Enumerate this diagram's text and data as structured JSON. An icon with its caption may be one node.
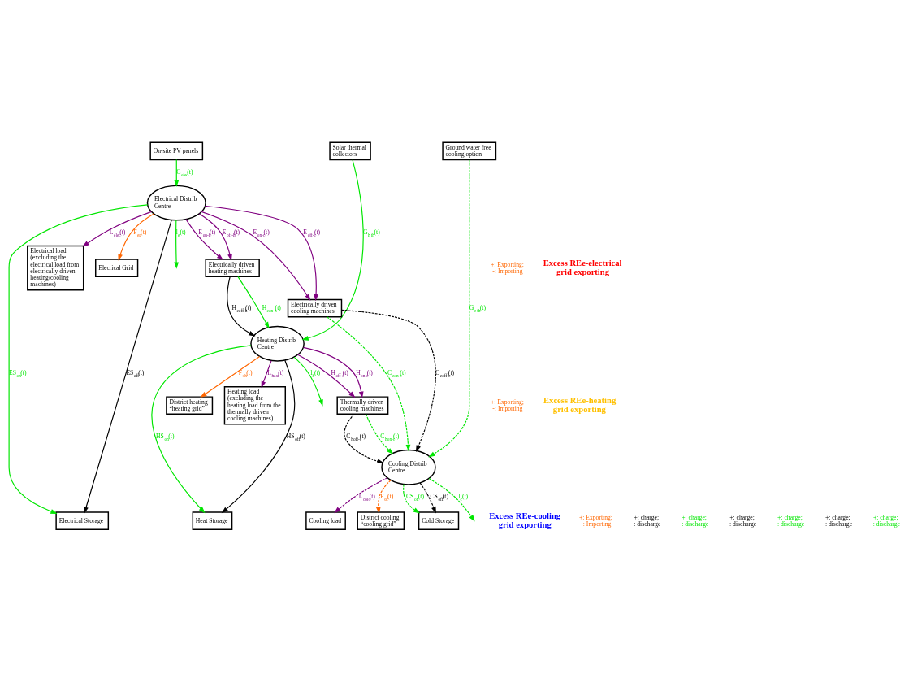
{
  "diagram": {
    "nodes": [
      {
        "text": [
          "On-site PV panels"
        ]
      },
      {
        "text": [
          "Solar thermal collectors"
        ]
      },
      {
        "text": [
          "Ground water free cooling option"
        ]
      },
      {
        "text": [
          "Electrical load (excluding the electrical load from electrically driven heating/cooling machines)"
        ]
      },
      {
        "text": [
          "Electrical Distrib Centre"
        ]
      },
      {
        "text": [
          "Elecrical Grid"
        ]
      },
      {
        "text": [
          "Electrically driven heating machines"
        ]
      },
      {
        "text": [
          "Heating load (excluding the heating load from the thermally driven cooling machines)"
        ]
      },
      {
        "text": [
          "Heating Distrib Centre"
        ]
      },
      {
        "text": [
          "District heating “heating grid”"
        ]
      },
      {
        "text": [
          "Thermally driven cooling machines"
        ]
      },
      {
        "text": [
          "Electrically driven cooling machines"
        ]
      },
      {
        "text": [
          "Cooling load"
        ]
      },
      {
        "text": [
          "Cooling Distrib Centre"
        ]
      },
      {
        "text": [
          "District cooling “cooling grid”"
        ]
      },
      {
        "text": [
          "Electrical Storage"
        ]
      },
      {
        "text": [
          "Heat Storage"
        ]
      },
      {
        "text": [
          "Cold Storage"
        ]
      }
    ],
    "edges": [
      {
        "from": 0,
        "to": 4,
        "arrow": "to",
        "label": "G$_{elec}$(t)"
      },
      {
        "from": 1,
        "to": 8,
        "arrow": "to",
        "label": "G$_{h th}$(t)"
      },
      {
        "from": 2,
        "to": 13,
        "arrow": "to",
        "label": "G$_{c th}$(t)",
        "style": "dashed"
      },
      {
        "from": 4,
        "to": 3,
        "arrow": "to",
        "label": "L$_{elec}$(t)",
        "color": "#800080"
      },
      {
        "from": 4,
        "to": null,
        "arrow": "to",
        "label": "l$_{e}$(t)"
      },
      {
        "from": 4,
        "to": 5,
        "arrow": "to",
        "label": "F$_{eg}$(t)",
        "color": "#ff6600"
      },
      {
        "from": 4,
        "to": 6,
        "arrow": "to",
        "label": "E$_{off-h}$(t)",
        "color": "#800080"
      },
      {
        "from": 4,
        "to": 6,
        "arrow": "to",
        "label": "E$_{on-h}$(t)",
        "color": "#800080"
      },
      {
        "from": 6,
        "to": 8,
        "arrow": "to",
        "label": "H$_{eoff-h}$(t)",
        "color": "#000000"
      },
      {
        "from": 6,
        "to": 8,
        "arrow": "to",
        "label": "H$_{eon-h}$(t)"
      },
      {
        "from": 8,
        "to": 7,
        "arrow": "to",
        "label": "L$_{heat}$(t)",
        "color": "#800080"
      },
      {
        "from": 8,
        "to": null,
        "arrow": "to",
        "label": "l$_{h}$(t)"
      },
      {
        "from": 8,
        "to": 9,
        "arrow": "to",
        "label": "F$_{dh}$(t)",
        "color": "#ff6600"
      },
      {
        "from": 8,
        "to": 10,
        "arrow": "to",
        "label": "H$_{off-c}$(t)",
        "color": "#800080"
      },
      {
        "from": 8,
        "to": 10,
        "arrow": "to",
        "label": "H$_{on-c}$(t)",
        "color": "#800080"
      },
      {
        "from": 4,
        "to": 11,
        "arrow": "to",
        "label": "E$_{off-c}$(t)",
        "color": "#800080"
      },
      {
        "from": 4,
        "to": 11,
        "arrow": "to",
        "label": "E$_{on-c}$(t)",
        "color": "#800080"
      },
      {
        "from": 10,
        "to": 13,
        "arrow": "to",
        "label": "C$_{hoff-c}$(t)",
        "style": "dashed",
        "color": "#000000"
      },
      {
        "from": 10,
        "to": 13,
        "arrow": "to",
        "label": "C$_{hon-c}$(t)",
        "style": "dashed"
      },
      {
        "from": 11,
        "to": 13,
        "arrow": "to",
        "label": "C$_{eoff-c}$(t)",
        "style": "dashed",
        "color": "#000000"
      },
      {
        "from": 11,
        "to": 13,
        "arrow": "to",
        "label": "C$_{eon-c}$(t)",
        "style": "dashed"
      },
      {
        "from": 13,
        "to": 12,
        "arrow": "to",
        "label": "L$_{cold}$(t)",
        "style": "dashed",
        "color": "#800080"
      },
      {
        "from": 13,
        "to": null,
        "arrow": "to",
        "label": "l$_{c}$(t)",
        "style": "dashed"
      },
      {
        "from": 13,
        "to": 14,
        "arrow": "to",
        "label": "F$_{dc}$(t)",
        "style": "dashed",
        "color": "#ff6600"
      },
      {
        "from": 4,
        "to": 15,
        "arrow": "to",
        "label": "ES$_{off}$(t)",
        "color": "#000000"
      },
      {
        "from": 4,
        "to": 15,
        "arrow": "to",
        "label": "ES$_{on}$(t)"
      },
      {
        "from": 8,
        "to": 16,
        "arrow": "to",
        "label": "HS$_{off}$(t)",
        "color": "#000000"
      },
      {
        "from": 8,
        "to": 16,
        "arrow": "to",
        "label": "HS$_{on}$(t)"
      },
      {
        "from": 13,
        "to": 17,
        "arrow": "to",
        "label": "CS$_{off}$(t)",
        "style": "dashed",
        "color": "#000000"
      },
      {
        "from": 13,
        "to": 17,
        "arrow": "to",
        "label": "CS$_{on}$(t)",
        "style": "dashed"
      }
    ],
    "labels": [
      "+: Exporting; -: Importing",
      "Excess REe-electrical grid exporting",
      "+: Exporting; -: Importing",
      "Excess REe-heating grid exporting",
      "Excess REe-cooling grid exporting",
      "+: Exporting; -: Importing",
      "+: charge; -: discharge",
      "+: charge; -: discharge",
      "+: charge; -: discharge",
      "+: charge; -: discharge",
      "+: charge; -: discharge",
      "+: charge; -: discharge"
    ]
  }
}
